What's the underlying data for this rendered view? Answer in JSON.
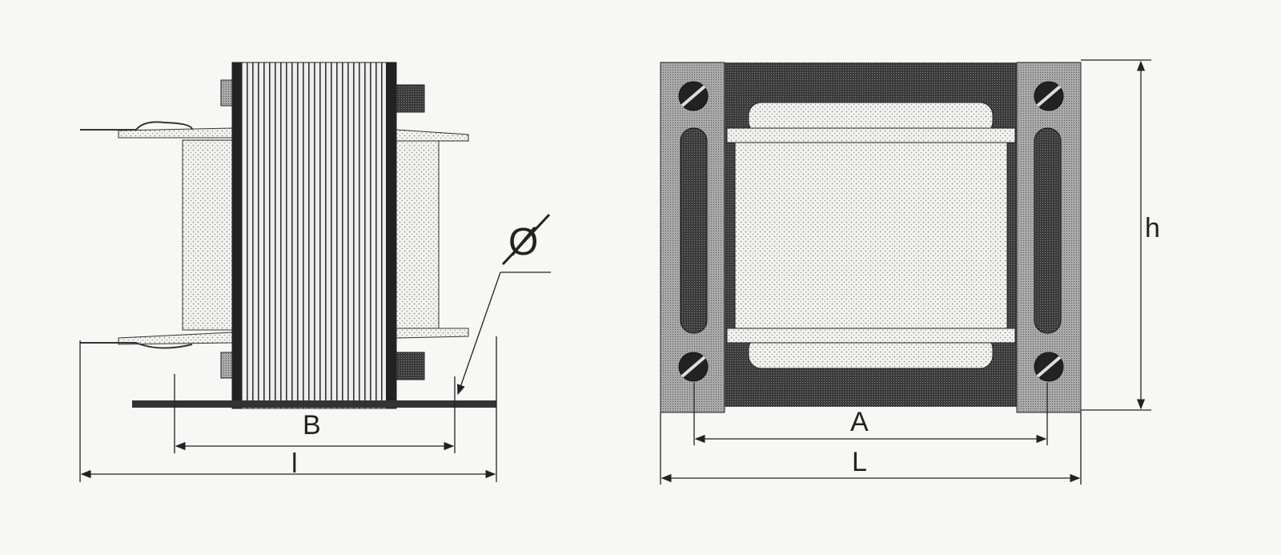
{
  "side_view": {
    "dim_b": "B",
    "dim_l": "l",
    "hole_diameter": "Ø"
  },
  "front_view": {
    "dim_a": "A",
    "dim_L": "L",
    "dim_h": "h"
  }
}
